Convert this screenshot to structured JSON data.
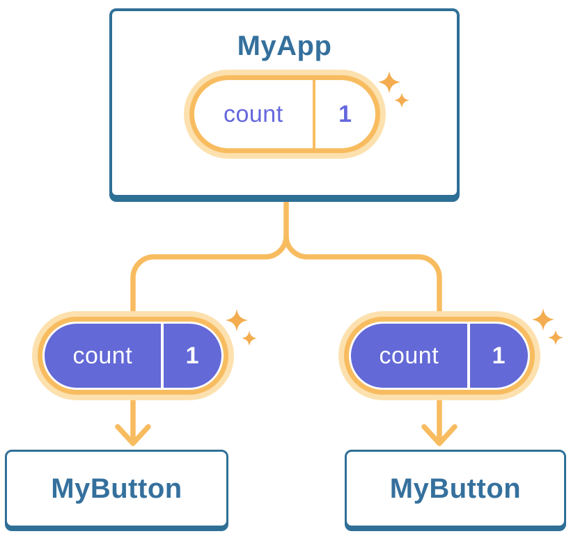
{
  "colors": {
    "card-border": "#2E6F96",
    "card-text": "#35709D",
    "orange-main": "#F8BC60",
    "orange-halo": "#FCE1AF",
    "sparkle": "#F3AC4F",
    "purple-fill": "#6369D6",
    "purple-text": "#6467DC",
    "card-bg": "#FFFFFF"
  },
  "icons": {
    "sparkle": "sparkle-icon",
    "arrow": "arrow-down-icon"
  },
  "tree": {
    "root": {
      "title": "MyApp",
      "state": {
        "name": "count",
        "value": "1"
      }
    },
    "children": [
      {
        "title": "MyButton",
        "state": {
          "name": "count",
          "value": "1"
        }
      },
      {
        "title": "MyButton",
        "state": {
          "name": "count",
          "value": "1"
        }
      }
    ]
  }
}
